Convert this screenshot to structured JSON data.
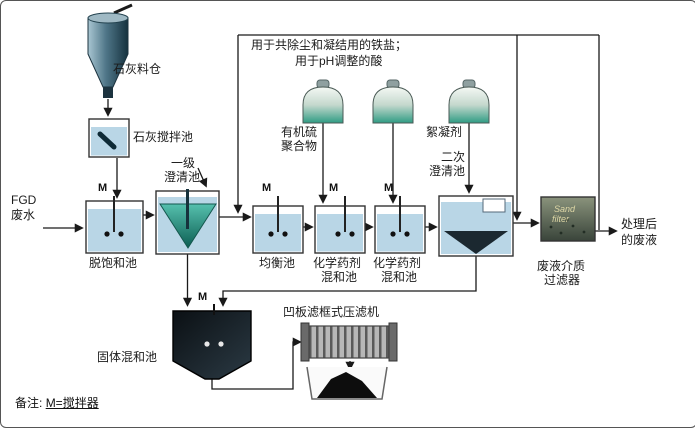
{
  "diagram": {
    "kind": "wastewater-treatment-process-flow",
    "labels": {
      "lime_silo": "石灰料仓",
      "lime_mix_tank": "石灰搅拌池",
      "fgd_line1": "FGD",
      "fgd_line2": "废水",
      "desaturation_tank": "脱饱和池",
      "clarifier1_line1": "一级",
      "clarifier1_line2": "澄清池",
      "equalization_tank": "均衡池",
      "chem_tank1_line1": "化学药剂",
      "chem_tank1_line2": "混和池",
      "chem_tank2_line1": "化学药剂",
      "chem_tank2_line2": "混和池",
      "clarifier2_line1": "二次",
      "clarifier2_line2": "澄清池",
      "dome1_line1": "有机硫",
      "dome1_line2": "聚合物",
      "dome3": "絮凝剂",
      "top_note_line1": "用于共除尘和凝结用的铁盐；",
      "top_note_line2": "用于pH调整的酸",
      "media_filter_line1": "废液介质",
      "media_filter_line2": "过滤器",
      "filter_inner_line1": "Sand",
      "filter_inner_line2": "filter",
      "output_line1": "处理后",
      "output_line2": "的废液",
      "solids_tank": "固体混和池",
      "filter_press": "凹板滤框式压滤机",
      "remark_prefix": "备注:",
      "remark_value": "M=搅拌器",
      "mixer": "M"
    },
    "colors": {
      "water": "#b9d6e6",
      "cone_teal_top": "#56c0ae",
      "cone_teal_bottom": "#0c5e52",
      "dark_tank": "#10181d",
      "silo_dark": "#1c333f",
      "line": "#1a1a1a",
      "filter_media": "#55614f"
    }
  }
}
